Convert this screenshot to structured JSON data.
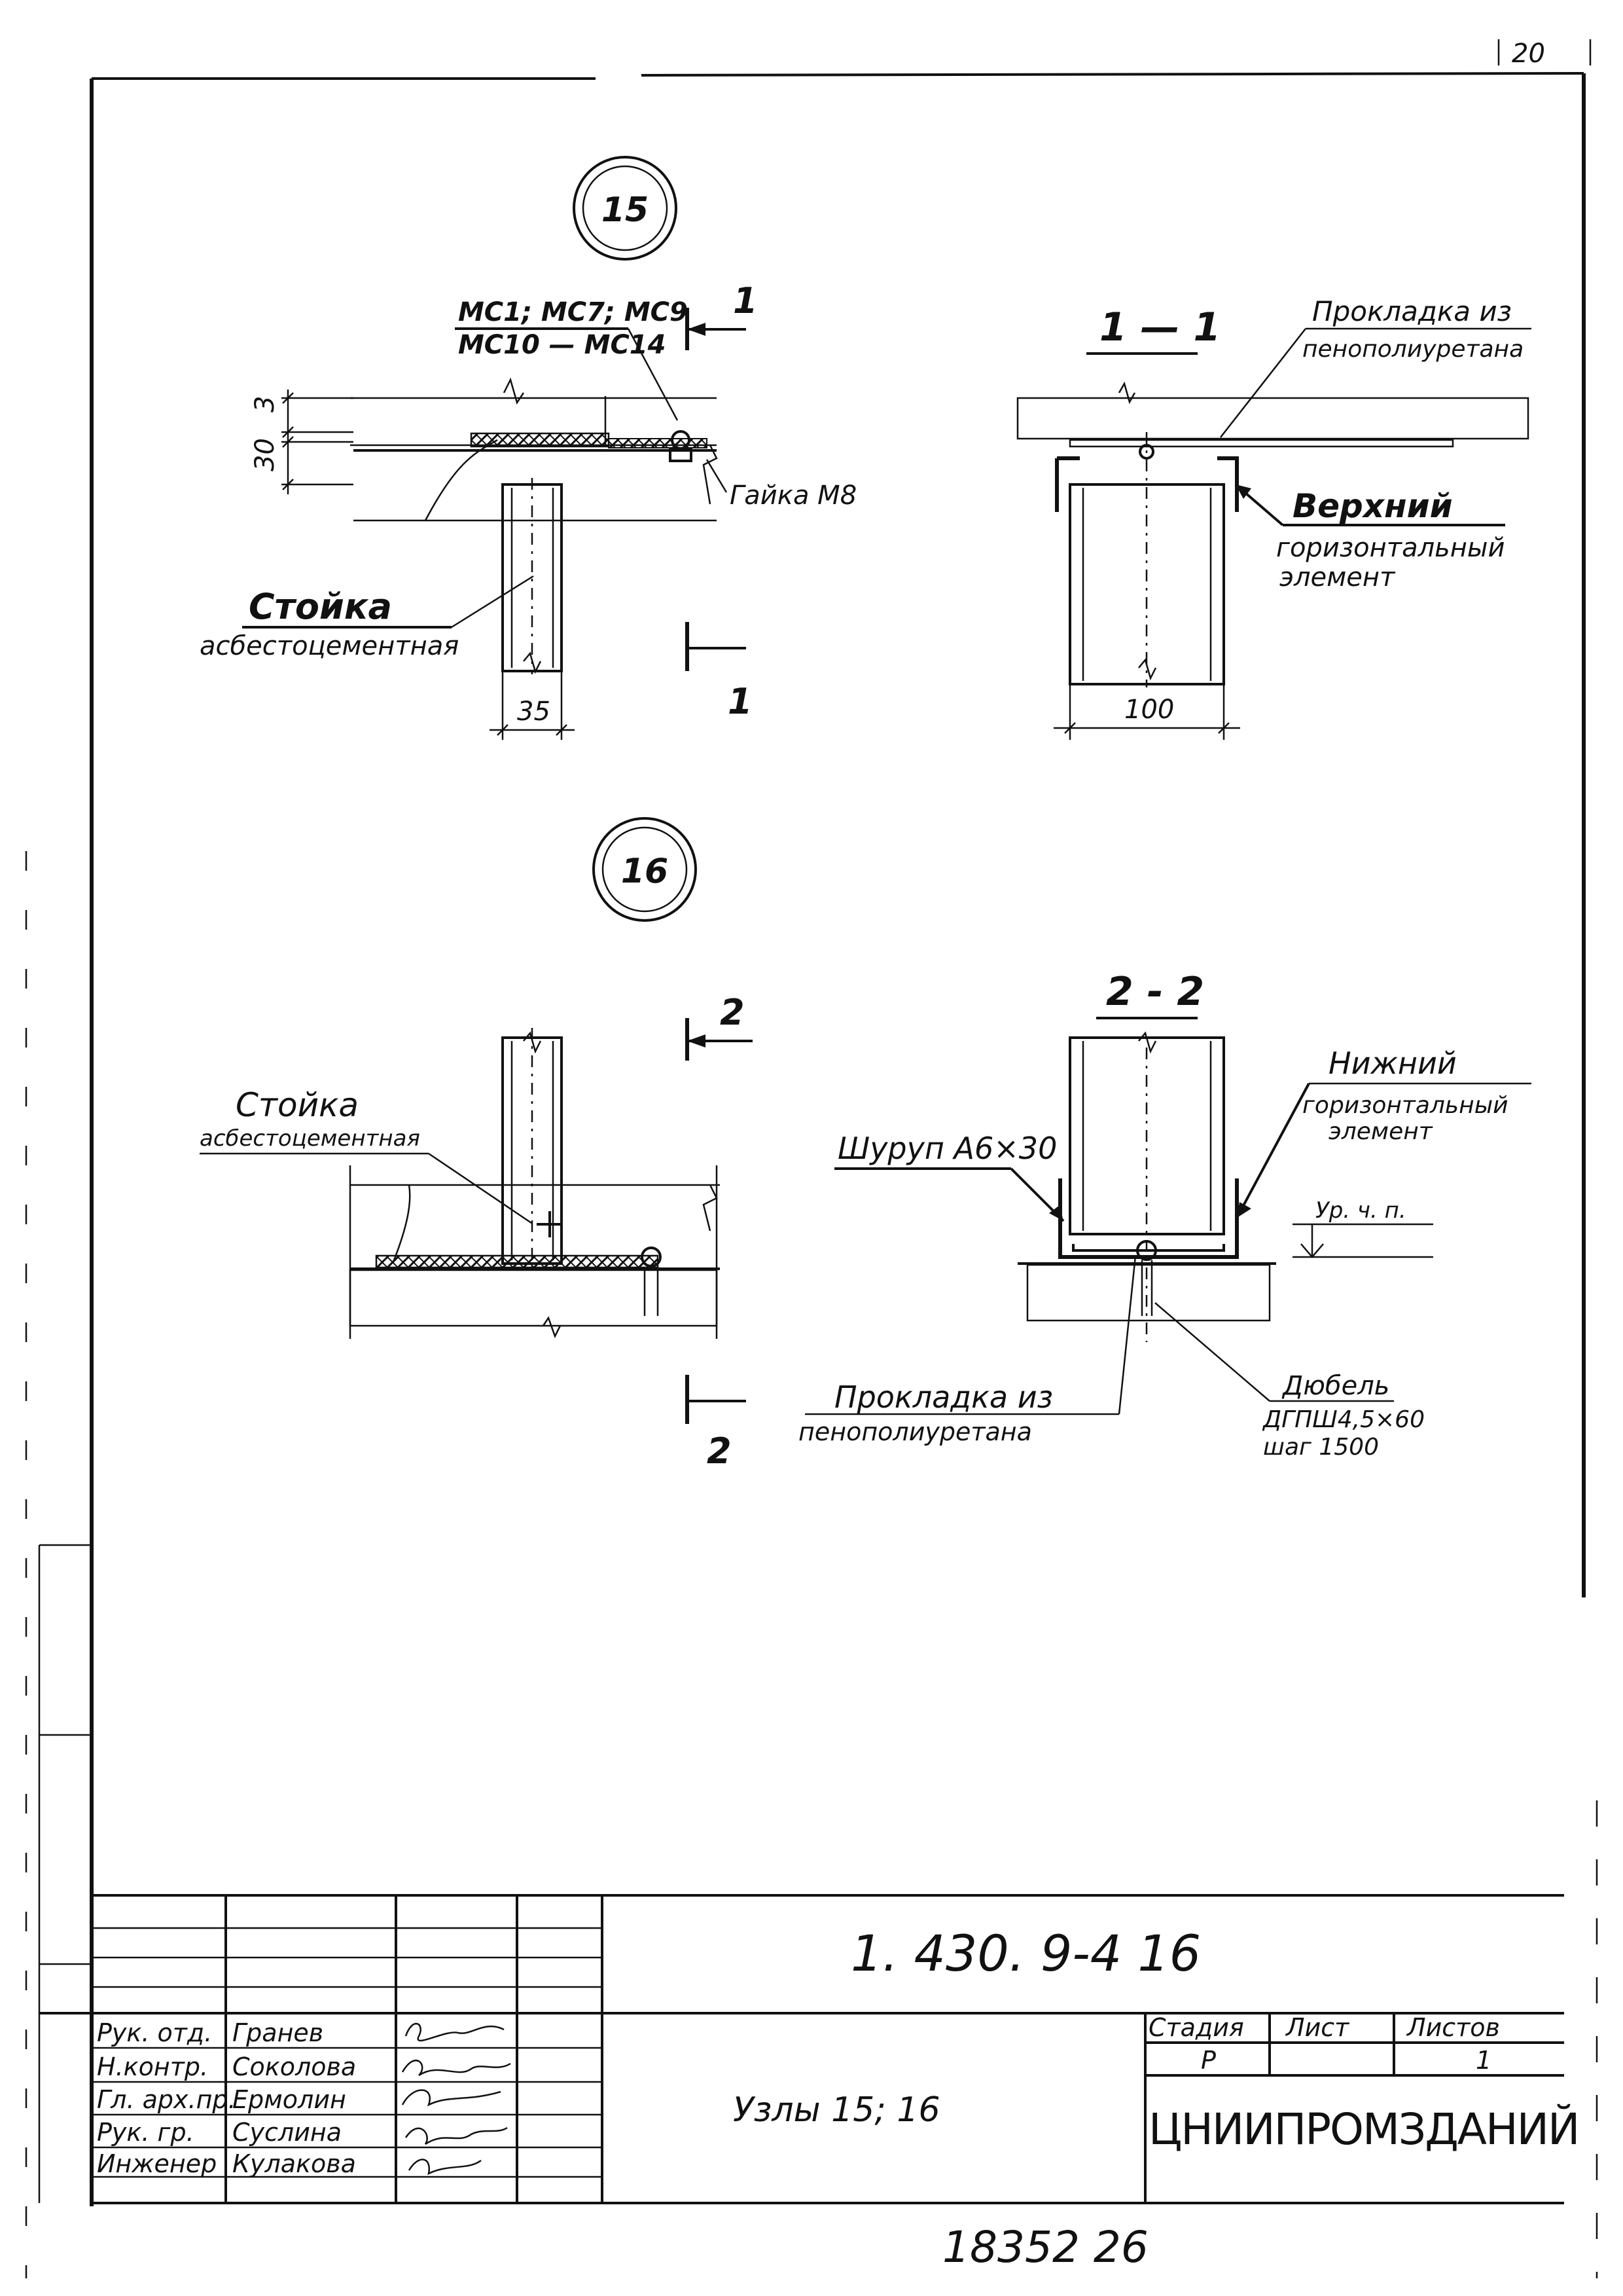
{
  "node15": {
    "number": "15",
    "section_cut": "1",
    "section_title": "1 — 1",
    "panel_marks_line1": "МС1; МС7; МС9",
    "panel_marks_line2": "МС10 — МС14",
    "dim_30": "30",
    "dim_3": "3",
    "dim_35": "35",
    "dim_100": "100",
    "nut": "Гайка М8",
    "post_title": "Стойка",
    "post_sub": "асбестоцементная",
    "gasket": "Прокладка из пенополиуретана",
    "upper_title": "Верхний",
    "upper_sub1": "горизонтальный",
    "upper_sub2": "элемент"
  },
  "node16": {
    "number": "16",
    "section_cut": "2",
    "section_title": "2 - 2",
    "post_title": "Стойка",
    "post_sub": "асбестоцементная",
    "screw": "Шуруп А6×30",
    "lower_title": "Нижний",
    "lower_sub1": "горизонтальный",
    "lower_sub2": "элемент",
    "floor_level": "Ур. ч. п.",
    "gasket_line1": "Прокладка из",
    "gasket_line2": "пенополиуретана",
    "dowel_line1": "Дюбель",
    "dowel_line2": "ДГПШ4,5×60",
    "dowel_line3": "шаг 1500"
  },
  "title_block": {
    "doc_number": "1. 430. 9-4 16",
    "sheet_name": "Узлы 15; 16",
    "org": "ЦНИИПРОМЗДАНИЙ",
    "stage_label": "Стадия",
    "sheet_label": "Лист",
    "sheets_label": "Листов",
    "stage_value": "Р",
    "sheets_value": "1",
    "roles": [
      {
        "role": "Рук. отд.",
        "name": "Гранев"
      },
      {
        "role": "Н.контр.",
        "name": "Соколова"
      },
      {
        "role": "Гл. арх.пр.",
        "name": "Ермолин"
      },
      {
        "role": "Рук. гр.",
        "name": "Суслина"
      },
      {
        "role": "Инженер",
        "name": "Кулакова"
      }
    ]
  },
  "corner_number": "20",
  "bottom_number": "18352  26"
}
